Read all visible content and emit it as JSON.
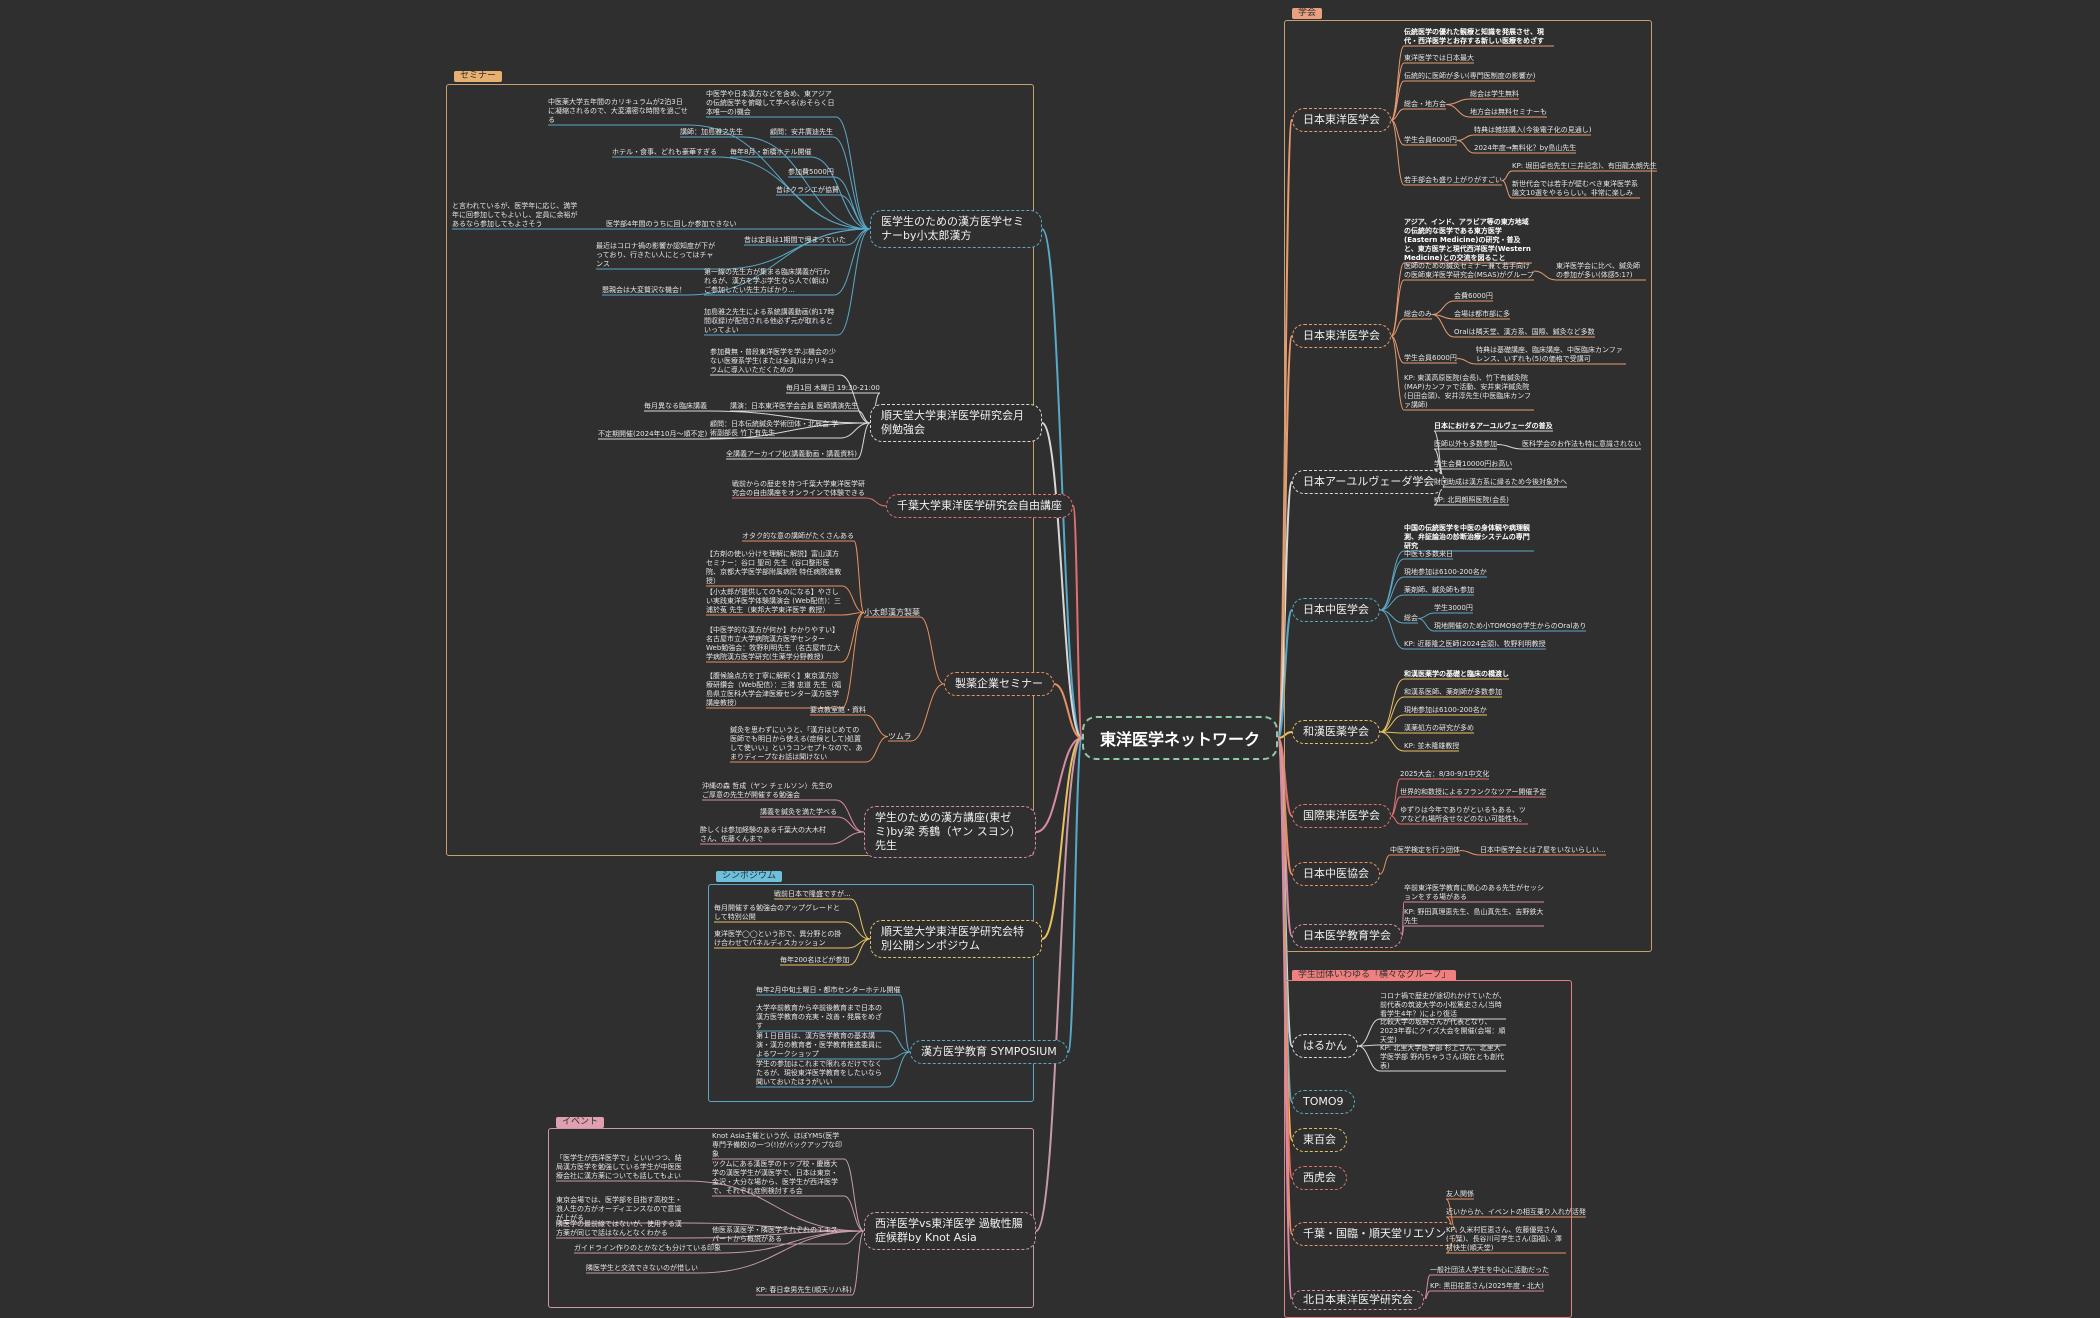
{
  "root": "東洋医学ネットワーク",
  "groups": {
    "seminar": "セミナー",
    "symposium": "シンポジウム",
    "event": "イベント",
    "gakkai": "学会",
    "student": "学生団体いわゆる「横々なグループ」"
  },
  "nodes": {
    "n1": "医学生のための漢方医学セミナーby小太郎漢方",
    "n2": "順天堂大学東洋医学研究会月例勉強会",
    "n3": "千葉大学東洋医学研究会自由講座",
    "n4": "製薬企業セミナー",
    "n4a": "小太郎漢方製薬",
    "n4b": "ツムラ",
    "n5": "学生のための漢方講座(東ゼミ)by梁 秀鶴（ヤン スヨン）先生",
    "n6": "順天堂大学東洋医学研究会特別公開シンポジウム",
    "n7": "漢方医学教育 SYMPOSIUM",
    "n8": "西洋医学vs東洋医学 過敏性腸症候群by Knot Asia",
    "g1": "日本東洋医学会",
    "g2": "日本東洋医学会",
    "g3": "日本アーユルヴェーダ学会",
    "g4": "日本中医学会",
    "g5": "和漢医薬学会",
    "g6": "国際東洋医学会",
    "g7": "日本中医協会",
    "g8": "日本医学教育学会",
    "s1": "はるかん",
    "s2": "TOMO9",
    "s3": "東百会",
    "s4": "西虎会",
    "s5": "千葉・国臨・順天堂リエゾン",
    "s6": "北日本東洋医学研究会"
  },
  "leaves": {
    "l01": "中医学や日本漢方などを含め、東アジアの伝統医学を俯瞰して学べる(おそらく日本唯一の)機会",
    "l02": "中医薬大学五年間のカリキュラムが2泊3日に凝縮されるので、大変濃密な時間を過ごせる",
    "l03": "顧問：安井廣迪先生",
    "l04": "講師：加島雅之先生",
    "l05": "毎年8月・新橋ホテル開催",
    "l06": "ホテル・食事、どれも豪華すぎる",
    "l07": "参加費5000円",
    "l08": "昔はクラシエが協賛",
    "l09": "医学部4年間のうちに回しか参加できない",
    "l10": "と言われているが、医学年に応じ、満学年に回参加してもよいし、定員に余裕があるなら参加してもよさそう",
    "l11": "昔は定員は1期間で埋まっていた",
    "l12": "最近はコロナ禍の影響か認知度が下がっており、行きたい人にとってはチャンス",
    "l13": "第一線の先生方が集まる臨床講義が行われるが、漢方を学ぶ学生なら人で(朝は)ご参加したい先生方ばかり...",
    "l14": "懇親会は大変贅沢な機会！",
    "l15": "加島雅之先生による系統講義動画(約17時間収録)が配信される他必ず元が取れるといってよい",
    "l16": "参加費無・普段東洋医学を学ぶ機会の少ない医療系学生(または全員)はカリキュラムに導入いただくための",
    "l17": "毎月1回 木曜日 19:30-21:00",
    "l18": "毎月異なる臨床講義",
    "l19": "講演：日本東洋医学会会員 医師講演先生",
    "l20": "不定期開催(2024年10月～順不定)",
    "l21": "顧問：日本伝統鍼灸学術団体・北辰会 学術副部長 竹下有先生",
    "l22": "全講義アーカイブ化(講義動画・講義資料)",
    "l23": "戦前からの歴史を持つ千葉大学東洋医学研究会の自由講座をオンラインで体験できる",
    "l24": "オタク的な意の講師がたくさんある",
    "l25": "【方剤の使い分けを理解に解説】富山漢方セミナー：谷口 聖司 先生（谷口整形医院、京都大学医学部附属病院 特任病院准教授）",
    "l26": "【小太郎が提供してのものになる】やさしい実践東洋医学体験講演会 (Web配信)：三浦於菟 先生（東邦大学東洋医学 教授）",
    "l27": "【中医学的な漢方が何か】わかりやすい】名古屋市立大学病院漢方医学センター Web勉強会：牧野利明先生（名古屋市立大学病院漢方医学研究(生薬学分野教授)",
    "l28": "【腹候論点方を丁寧に解釈く】東京漢方診療研鑽会（Web配信）：三潴 忠道 先生（福島県立医科大学会津医療センター漢方医学講座教授）",
    "l29": "要点教室館・資料",
    "l30": "鍼灸を思わずにいうと、「漢方はじめての医師でも明日から使える(症候として)処置して使いい」というコンセプトなので、あまりディープなお話は聞けない",
    "l31": "沖縄の森 哲成（ヤン チェルソン）先生のご厚意の先生が開催する勉強会",
    "l32": "講義を鍼灸を満た学べる",
    "l33": "酔しくは参加経験のある千葉大の大木村さん、佐藤くんまで",
    "l34": "戦前日本で隆盛ですが...",
    "l35": "毎月開催する勉強会のアップグレードとして特別公開",
    "l36": "東洋医学◯◯という形で、異分野との掛け合わせでパネルディスカッション",
    "l37": "毎年200名ほどが参加",
    "l38": "毎年2月中旬土曜日・都市センターホテル開催",
    "l39": "大学卒前教育から卒前後教育まで日本の漢方医学教育の充実・改善・発展をめざす",
    "l40": "第１日目目は、漢方医学教育の基本講演・漢方の教育者・医学教育推進委員によるワークショップ",
    "l41": "学生の参加はこれまで限れるだけでなくたるが、現役東洋医学教育をしたいなら聞いておいたほうがいい",
    "l42": "Knot Asia主催というが、ほぼYMS(医学専門予備校)の一つ(!)がバックアップな印象",
    "l43": "「医学生が西洋医学で」といいつつ、結局漢方医学を勉強している学生が中医医療会社に漢方薬についても話してもよい",
    "l44": "ツクムにある漢医学のトップ校・慶應大学の漢医学生が漢医学で、日本は東京・金沢・大分な場から、医学生が西洋医学で、それぞれ症例検討する会",
    "l45": "東京会場では、医学部を目指す高校生・浪人生の方がオーディエンスなので意識が上がる",
    "l46": "隣医学の最前線ではないが、使用する漢方薬が同じで話はなんとなくわかる",
    "l47": "他医系漢医学・隣医学それぞれのエキスパートから概説がある",
    "l48": "ガイドライン作りのとかなども分けている印象",
    "l49": "隣医学生と交流できないのが惜しい",
    "l50": "KP: 春日幸男先生(順天リハ科)",
    "g1a": "伝統医学の優れた観療と知識を発展させ、現代・西洋医学とお存する新しい医療をめざす",
    "g1b": "東洋医学では日本最大",
    "g1c": "伝統的に医師が多い(専門医制度の影響か)",
    "g1d": "総会・地方会",
    "g1e": "総会は学生無料",
    "g1f": "地方会は無料セミナーも",
    "g1g": "学生会員6000円",
    "g1h": "特典は雑誌購入(今後電子化の見通し)",
    "g1i": "2024年度→無料化？by島山先生",
    "g1j": "若手部会も盛り上がりがすごい",
    "g1k": "KP: 堀田卓也先生(三井記念)、有田龍太朗先生",
    "g1l": "新世代会では若手が壁むべき東洋医学系論文10選をやるらしい。非常に楽しみ",
    "g2a": "アジア、インド、アラビア等の東方地域の伝統的な医学である東方医学(Eastern Medicine)の研究・普及と、東方医学と現代西洋医学(Western Medicine)との交流を図ること",
    "g2b": "医師のための鍼灸セミナー兼て若手向けの医師東洋医学研究会(MSAS)がグループ",
    "g2c": "東洋医学会に比べ、鍼灸師の参加が多い(体感5:1?)",
    "g2d": "総会のみ",
    "g2e": "会費6000円",
    "g2f": "会場は都市部に多",
    "g2g": "Oralは隣天堂、漢方系、国際、鍼灸など多数",
    "g2h": "学生会員6000円",
    "g2i": "特典は基礎講座、臨床講座、中医臨床カンファレンス、いずれも(5)の価格で受講可",
    "g2j": "KP: 東漢高原医院(会長)、竹下有鍼灸院(MAP)カンファで活動、安井東洋鍼灸院(日田会頭)、安井淳先生(中医臨床カンファ講師)",
    "g3a": "日本におけるアーユルヴェーダの普及",
    "g3b": "医師以外も多数参加",
    "g3c": "医科学会のお作法も特に意識されない",
    "g3d": "学生会費10000円お高い",
    "g3e": "財団助成は漢方系に縁るため今後対象外へ",
    "g3f": "KP: 北岡朗照医院(会長)",
    "g4a": "中国の伝統医学を中医の身体観や病理観測、弁証論治の診断治療システムの専門研究",
    "g4b": "中医も多数来日",
    "g4c": "現地参加は6100-200名か",
    "g4d": "薬剤師、鍼灸師も参加",
    "g4e": "総会",
    "g4f": "学生3000円",
    "g4g": "現地開催のため小TOMO9の学生からのOralあり",
    "g4h": "KP: 近藤隆之医師(2024会頭)、牧野利明教授",
    "g5a": "和漢医薬学の基礎と臨床の橋渡し",
    "g5b": "和漢系医師、薬剤師が多数参加",
    "g5c": "現地参加は6100-200名か",
    "g5d": "漢薬処方の研究が多め",
    "g5e": "KP: 並木隆雄教授",
    "g6a": "2025大会：8/30-9/1中文化",
    "g6b": "世界的和数授によるフランクなツアー開催予定",
    "g6c": "ゆずりは今年でありがといるもある、ツアなどれ場所含せなどのない可能性も。",
    "g7a": "中医学検定を行う団体",
    "g7b": "日本中医学会とは了屋をいないらしい...",
    "g8a": "卒前東洋医学教育に関心のある先生がセッションをする場がある",
    "g8b": "KP: 野田真理恵先生、島山真先生、吉野鉄大先生",
    "s1a": "コロナ禍で歴史が途切れかけていたが、前代表の筑波大学の小松篤史さん(当時看学生4年？)により復活",
    "s1b": "比較大学の坂野さんが代表となり、2023年春にクイズ大会を開催(会場：順天堂)",
    "s1c": "KP: 北里大学医学部 杉上さん、北里大学医学部 野内ちゃうさん(現在とも創代表)",
    "s5a": "友人関係",
    "s5b": "近いからか、イベントの相互乗り入れが活発",
    "s5c": "KP: 久米村匠恵さん、佐藤優晃さん(千葉)、長谷川可学生さん(国福)、澤村快生(順天堂)",
    "s6a": "一般社団法人学生を中心に活動だった",
    "s6b": "KP: 黒田花恵さん(2025年度・北大)"
  }
}
